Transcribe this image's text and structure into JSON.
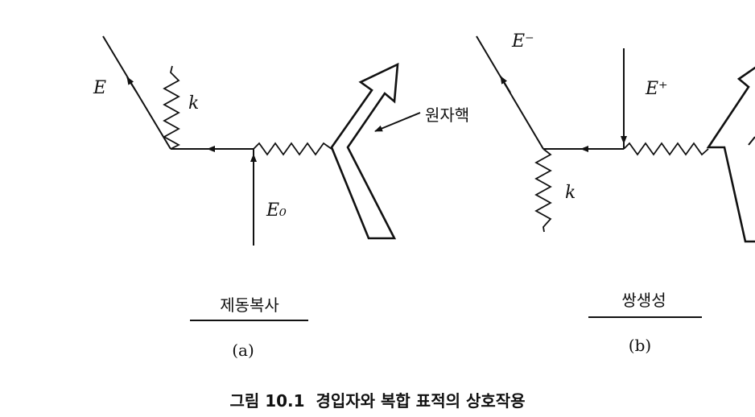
{
  "panel_a": {
    "label_E": "E",
    "label_k": "k",
    "label_E0": "E₀",
    "label_nucleus": "원자핵",
    "title": "제동복사",
    "sub": "(a)"
  },
  "panel_b": {
    "label_Eminus": "E⁻",
    "label_Eplus": "E⁺",
    "label_k": "k",
    "title": "쌍생성",
    "sub": "(b)"
  },
  "caption": "그림 10.1  경입자와 복합 표적의 상호작용"
}
